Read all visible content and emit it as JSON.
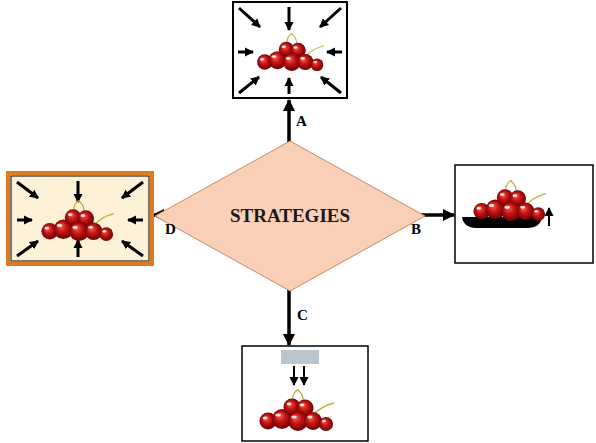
{
  "diagram": {
    "nodes": [
      {
        "text": [
          "STRATEGIES"
        ]
      }
    ],
    "labels": [
      "A",
      "B",
      "C",
      "D"
    ]
  }
}
